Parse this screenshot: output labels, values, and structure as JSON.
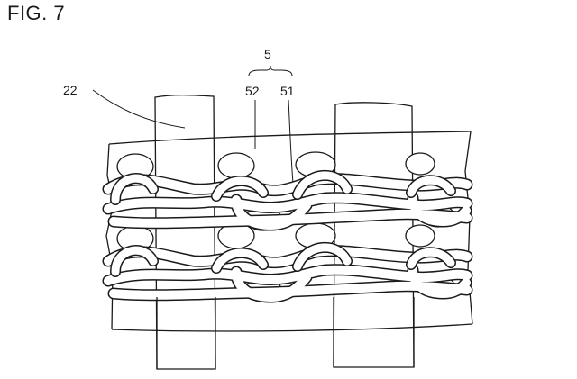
{
  "figure": {
    "title": "FIG. 7"
  },
  "labels": {
    "base_cloth": "22",
    "knit_group": "5",
    "knit_loop_a": "52",
    "knit_loop_b": "51"
  },
  "colors": {
    "ink": "#1a1a1a",
    "paper": "#ffffff"
  }
}
